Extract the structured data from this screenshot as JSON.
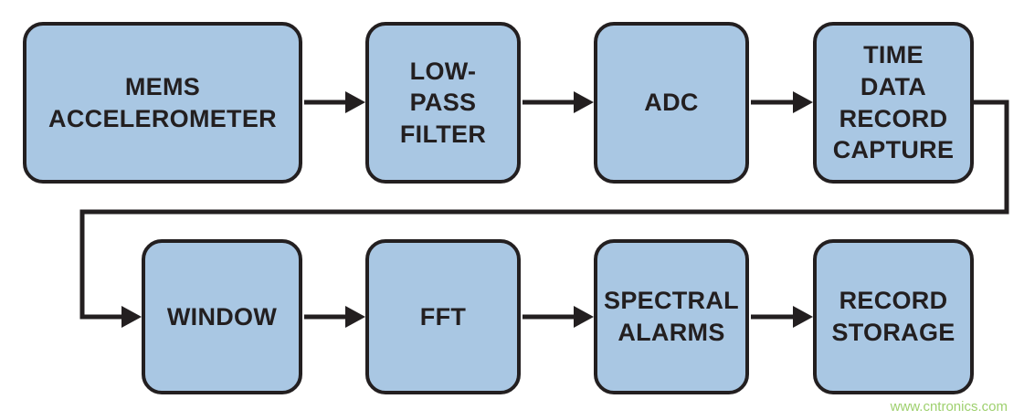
{
  "colors": {
    "background": "#FFFFFF",
    "box_fill": "#A9C7E3",
    "box_border": "#231F20",
    "arrow": "#231F20",
    "text": "#231F20",
    "watermark": "#9ED06E"
  },
  "diagram": {
    "type": "flowchart",
    "boxes": [
      {
        "label": "MEMS\nACCELEROMETER"
      },
      {
        "label": "LOW-\nPASS\nFILTER"
      },
      {
        "label": "ADC"
      },
      {
        "label": "TIME\nDATA\nRECORD\nCAPTURE"
      },
      {
        "label": "WINDOW"
      },
      {
        "label": "FFT"
      },
      {
        "label": "SPECTRAL\nALARMS"
      },
      {
        "label": "RECORD\nSTORAGE"
      }
    ],
    "connections": [
      {
        "from": "MEMS ACCELEROMETER",
        "to": "LOW-PASS FILTER"
      },
      {
        "from": "LOW-PASS FILTER",
        "to": "ADC"
      },
      {
        "from": "ADC",
        "to": "TIME DATA RECORD CAPTURE"
      },
      {
        "from": "TIME DATA RECORD CAPTURE",
        "to": "WINDOW"
      },
      {
        "from": "WINDOW",
        "to": "FFT"
      },
      {
        "from": "FFT",
        "to": "SPECTRAL ALARMS"
      },
      {
        "from": "SPECTRAL ALARMS",
        "to": "RECORD STORAGE"
      }
    ]
  },
  "watermark": {
    "text": "www.cntronics.com"
  }
}
